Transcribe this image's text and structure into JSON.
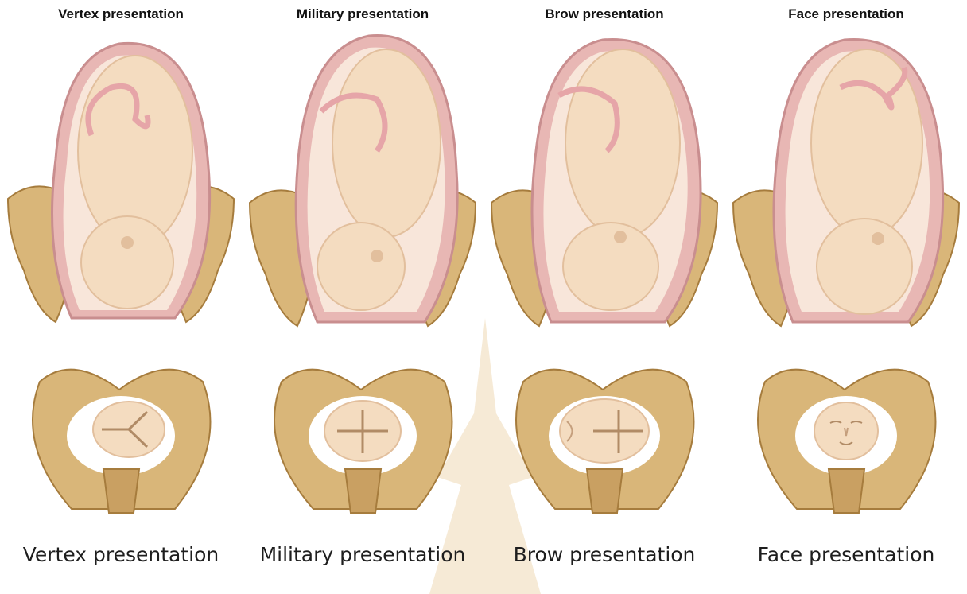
{
  "colors": {
    "bone": "#d9b679",
    "bone_shadow": "#a67c3d",
    "uterus": "#e8b7b4",
    "uterus_edge": "#c98e8f",
    "skin": "#f4dcc0",
    "skin_shadow": "#e2bf9d",
    "cord": "#e6a5a8",
    "watermark": "#d8a24a"
  },
  "panels": [
    {
      "title": "Vertex presentation",
      "caption": "Vertex presentation",
      "head_view": "vertex"
    },
    {
      "title": "Military presentation",
      "caption": "Military presentation",
      "head_view": "military"
    },
    {
      "title": "Brow presentation",
      "caption": "Brow presentation",
      "head_view": "brow"
    },
    {
      "title": "Face presentation",
      "caption": "Face presentation",
      "head_view": "face"
    }
  ]
}
